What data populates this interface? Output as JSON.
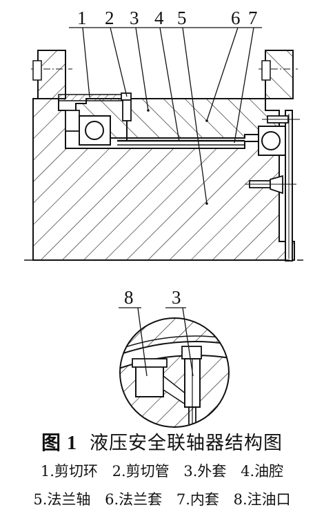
{
  "figure": {
    "callouts_main": [
      "1",
      "2",
      "3",
      "4",
      "5",
      "6",
      "7"
    ],
    "callouts_detail": [
      "8",
      "3"
    ],
    "caption_number": "图 1",
    "caption_title": "液压安全联轴器结构图",
    "legend_row1": [
      "1.剪切环",
      "2.剪切管",
      "3.外套",
      "4.油腔"
    ],
    "legend_row2": [
      "5.法兰轴",
      "6.法兰套",
      "7.内套",
      "8.注油口"
    ]
  }
}
